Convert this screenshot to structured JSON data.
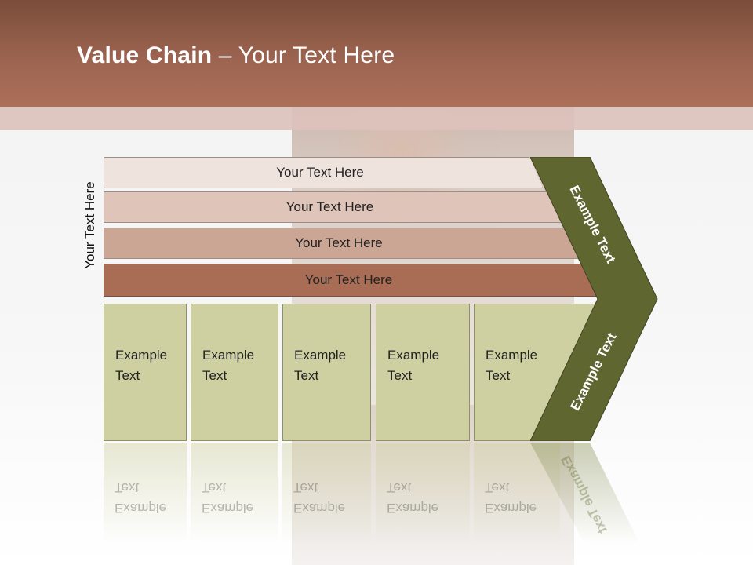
{
  "slide": {
    "title_bold": "Value Chain",
    "title_rest": " – Your Text Here",
    "side_label": "Your Text Here",
    "rows": [
      "Your Text Here",
      "Your Text Here",
      "Your Text Here",
      "Your Text Here"
    ],
    "columns": [
      {
        "line1": "Example",
        "line2": "Text"
      },
      {
        "line1": "Example",
        "line2": "Text"
      },
      {
        "line1": "Example",
        "line2": "Text"
      },
      {
        "line1": "Example",
        "line2": "Text"
      },
      {
        "line1": "Example",
        "line2": "Text"
      }
    ],
    "chevron_top_label": "Example Text",
    "chevron_bottom_label": "Example Text"
  },
  "colors": {
    "header": "#9c6450",
    "row_colors": [
      "#efe3de",
      "#dfc4ba",
      "#cca695",
      "#a96c55"
    ],
    "column_fill": "#cfd0a2",
    "chevron_fill": "#5f6630"
  }
}
